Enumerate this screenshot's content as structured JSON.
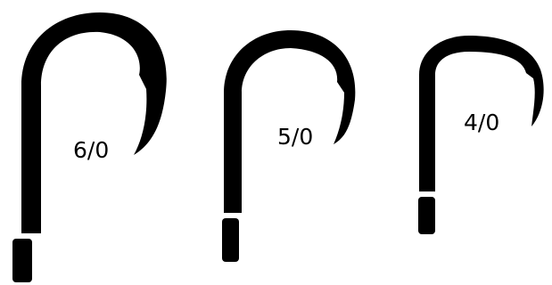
{
  "colors": {
    "background": "#ffffff",
    "hook": "#000000"
  },
  "hooks": [
    {
      "label": "6/0",
      "icon": "fish-hook-icon"
    },
    {
      "label": "5/0",
      "icon": "fish-hook-icon"
    },
    {
      "label": "4/0",
      "icon": "fish-hook-icon"
    }
  ]
}
